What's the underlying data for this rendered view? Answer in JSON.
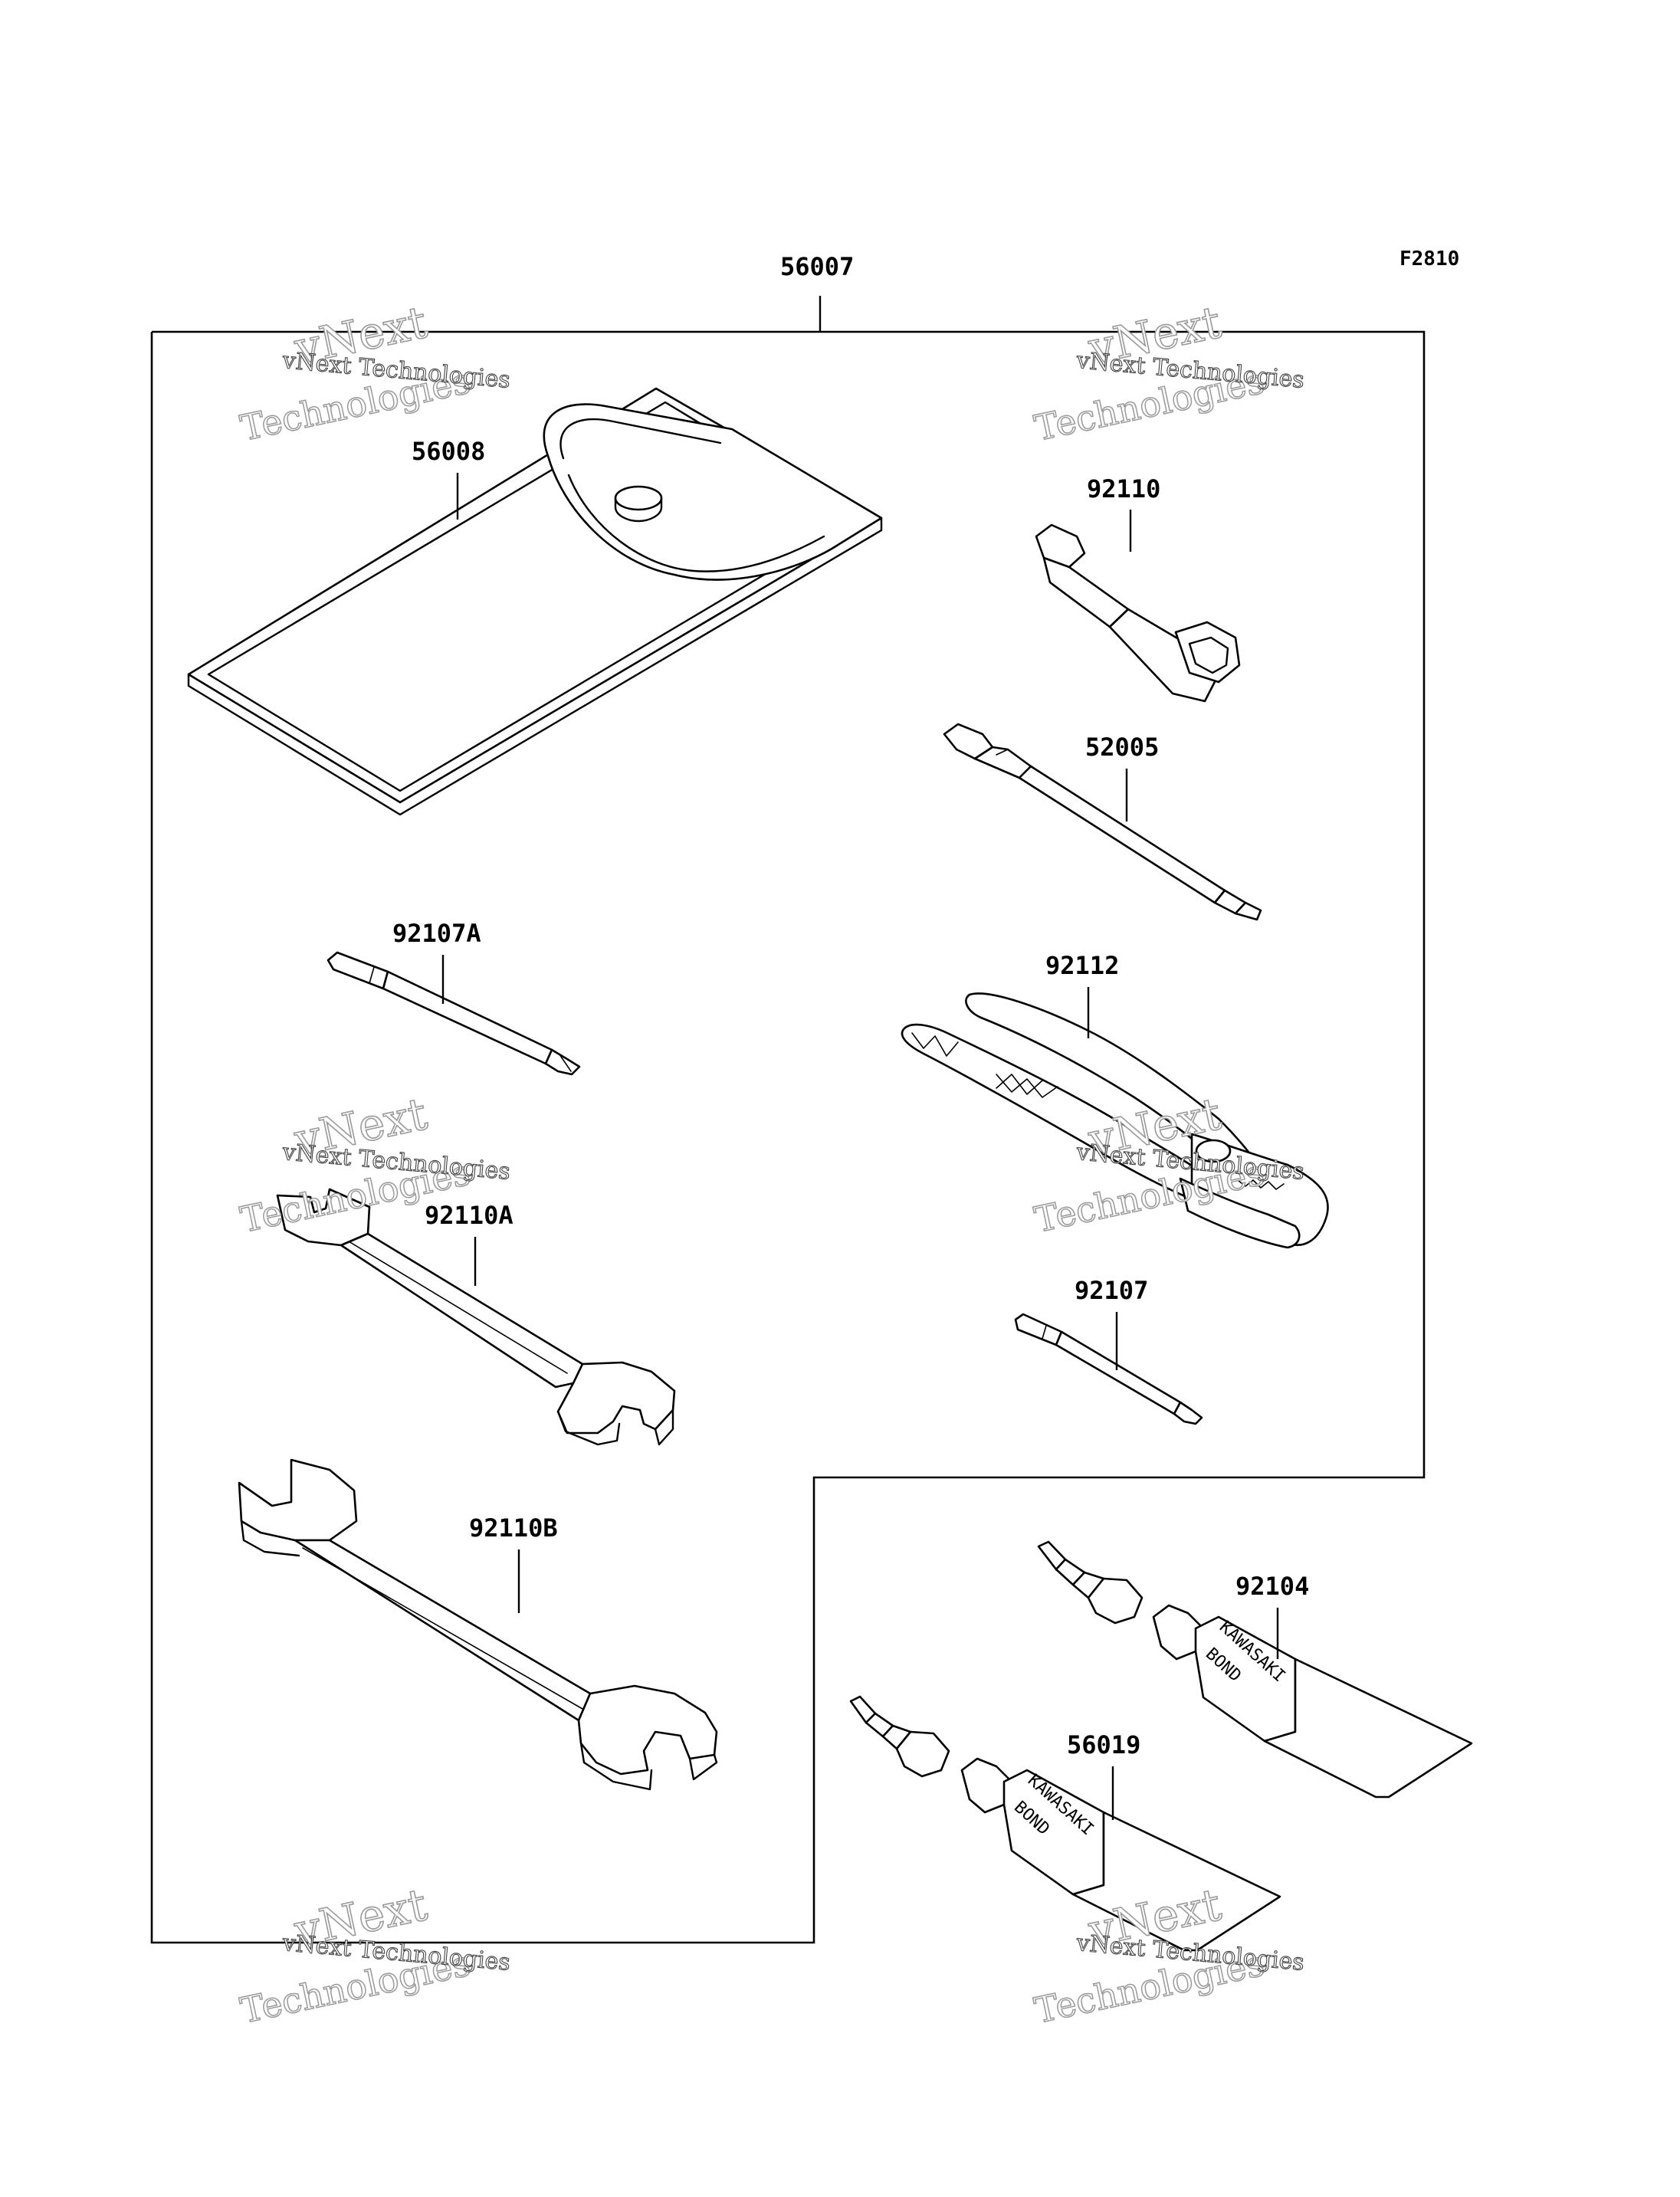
{
  "figure_code": "F2810",
  "parts": {
    "kit": "56007",
    "pouch": "56008",
    "plug_wrench": "92110",
    "screwdriver_handle": "52005",
    "screwdriver_bit_a": "92107A",
    "pliers": "92112",
    "wrench_a": "92110A",
    "screwdriver_bit": "92107",
    "wrench_b": "92110B",
    "bond_tube_a": "92104",
    "bond_tube_b": "56019"
  },
  "tube_print": {
    "brand": "KAWASAKI",
    "product": "BOND"
  },
  "watermark": {
    "line1": "vNext Technologies",
    "big1": "vNext",
    "big2": "Technologies"
  }
}
